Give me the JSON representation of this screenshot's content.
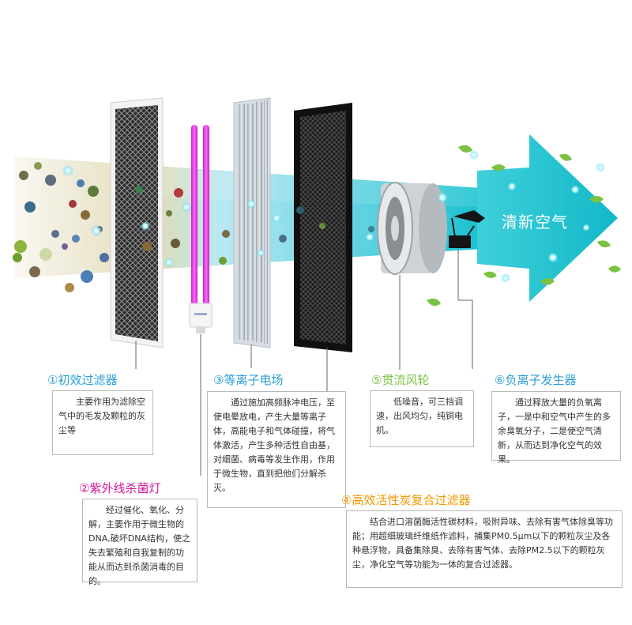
{
  "arrow_label": "清新空气",
  "colors": {
    "accent_blue": "#2a9fd8",
    "accent_magenta": "#d6179b",
    "accent_green": "#7cc242",
    "accent_orange": "#f39800",
    "arrow_cyan": "#19c2cf",
    "uv_tube": "#e040d8"
  },
  "stages": [
    {
      "id": "primary",
      "title": "①初效过滤器",
      "color": "#2a9fd8",
      "desc": "主要作用为滤除空气中的毛发及颗粒的灰尘等"
    },
    {
      "id": "uv",
      "title": "②紫外线杀菌灯",
      "color": "#d6179b",
      "desc": "经过催化、氧化、分解，主要作用于微生物的DNA,破坏DNA结构，使之失去繁殖和自我复制的功能从而达到杀菌消毒的目的。"
    },
    {
      "id": "plasma",
      "title": "③等离子电场",
      "color": "#2a9fd8",
      "desc": "通过施加高频脉冲电压，至使电晕放电，产生大量等离子体，高能电子和气体碰撞，将气体激活，产生多种活性自由基，对细菌、病毒等发生作用，作用于微生物，直到把他们分解杀灭。"
    },
    {
      "id": "carbon",
      "title": "④高效活性炭复合过滤器",
      "color": "#f39800",
      "desc": "结合进口溶菌酶活性碳材料，吸附异味、去除有害气体除臭等功能；用超细玻璃纤维纸作滤料，捕集PM0.5μm以下的颗粒灰尘及各种悬浮物，具备集除臭、去除有害气体、去除PM2.5以下的颗粒灰尘，净化空气等功能为一体的复合过滤器。"
    },
    {
      "id": "fan",
      "title": "⑤贯流风轮",
      "color": "#7cc242",
      "desc": "低噪音，可三挡调速，出风均匀，纯铜电机。"
    },
    {
      "id": "ion",
      "title": "⑥负离子发生器",
      "color": "#2a9fd8",
      "desc": "通过释放大量的负氧离子，一是中和空气中产生的多余臭氧分子，二是使空气清新，从而达到净化空气的效果。"
    }
  ]
}
